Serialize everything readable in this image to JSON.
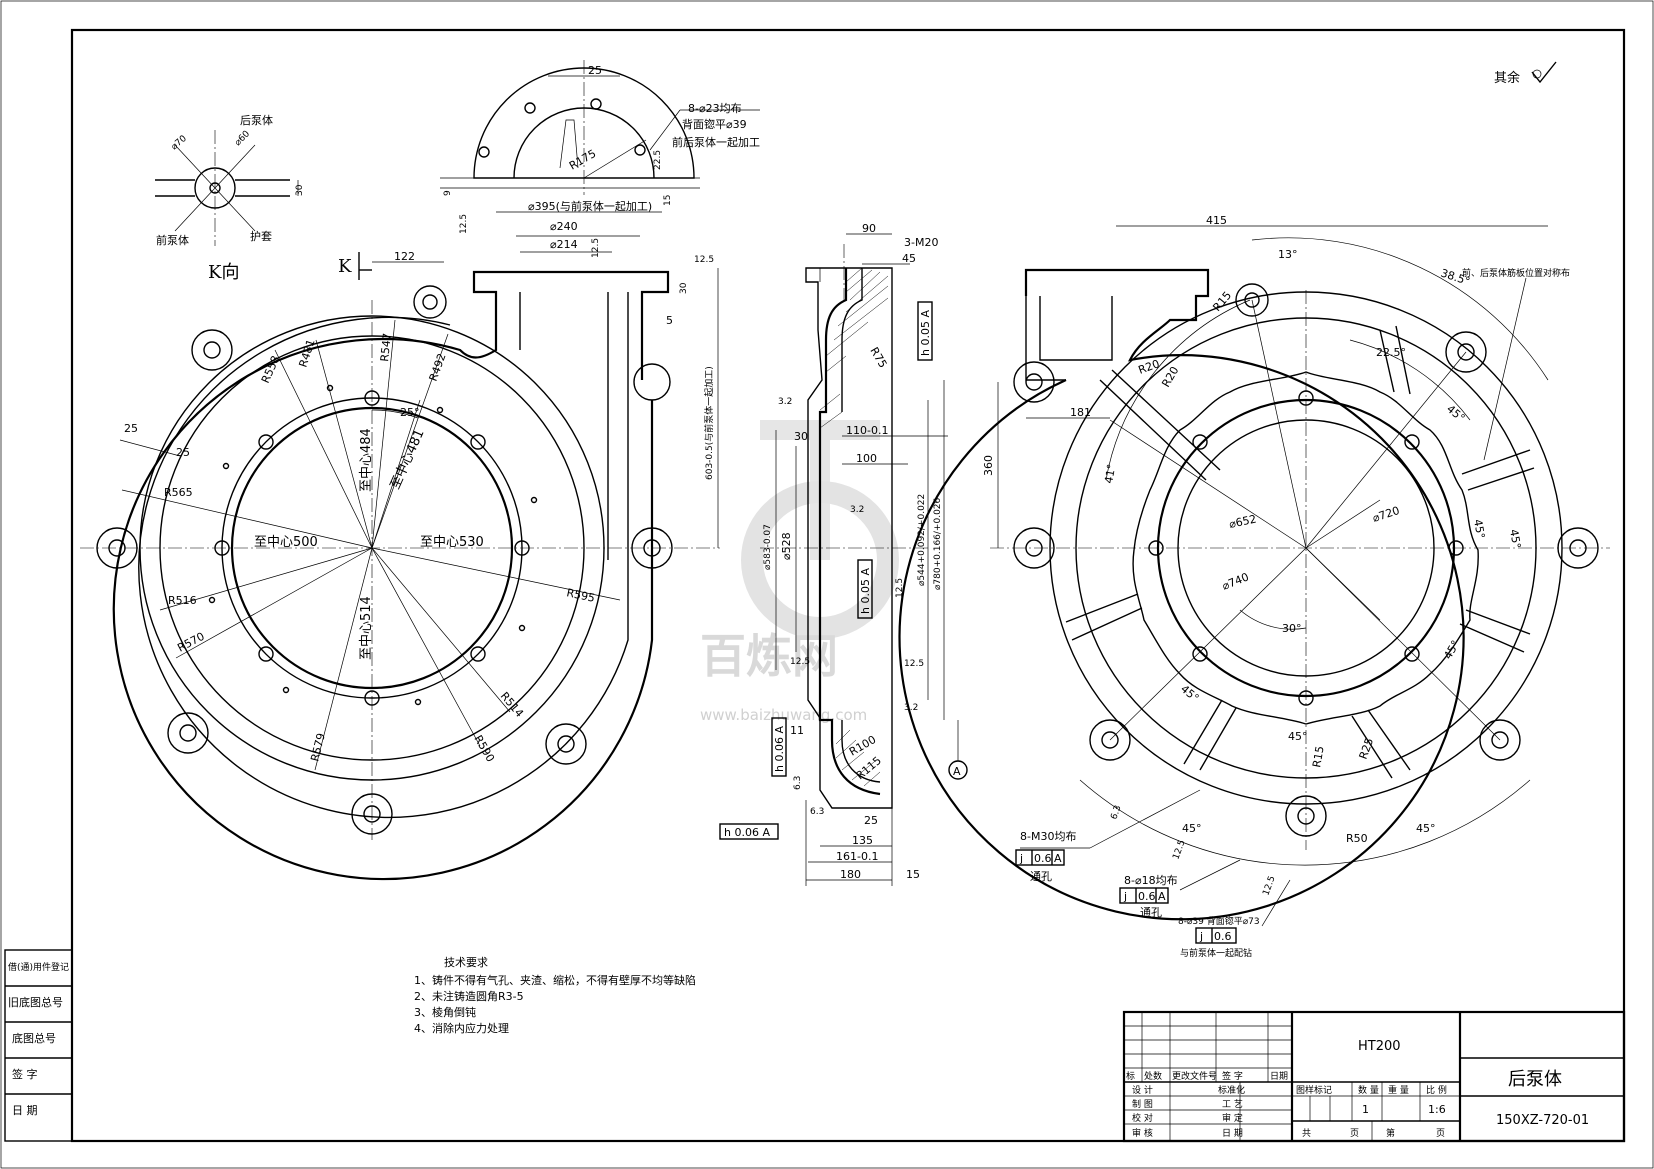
{
  "roughness": "其余",
  "k_view": {
    "title": "K向",
    "labels": {
      "rear": "后泵体",
      "front": "前泵体",
      "sleeve": "护套"
    },
    "dims": [
      "⌀70",
      "⌀60",
      "30"
    ]
  },
  "k_mark": "K",
  "flange_top": {
    "dims": [
      "25",
      "R175",
      "22.5",
      "9",
      "15"
    ],
    "notes": [
      "8-⌀23均布",
      "背面锪平⌀39",
      "前后泵体一起加工"
    ]
  },
  "front_view": {
    "dims": [
      "⌀395(与前泵体一起加工)",
      "⌀240",
      "⌀214",
      "122",
      "30",
      "5",
      "603-0.5(与前泵体一起加工)",
      "R558",
      "R481",
      "R547",
      "R492",
      "25°",
      "25",
      "25",
      "R565",
      "R516",
      "R570",
      "R579",
      "R590",
      "R514",
      "R595",
      "至中心484",
      "至中心481",
      "至中心500",
      "至中心530",
      "至中心514",
      "12.5",
      "12.5",
      "12.5"
    ]
  },
  "section_view": {
    "dims": [
      "90",
      "3-M20",
      "45",
      "R75",
      "110-0.1",
      "100",
      "30",
      "⌀583-0.07",
      "⌀528",
      "⌀544+0.092/+0.022",
      "⌀780+0.166/+0.026",
      "11",
      "R100",
      "R115",
      "25",
      "135",
      "161-0.1",
      "180",
      "15",
      "3.2",
      "3.2",
      "3.2",
      "6.3",
      "6.3",
      "12.5",
      "12.5",
      "12.5"
    ],
    "tolerances": [
      "h 0.05 A",
      "h 0.05 A",
      "h 0.06 A",
      "h 0.06 A"
    ],
    "datum": "A"
  },
  "rear_view": {
    "dims": [
      "415",
      "13°",
      "38.5°",
      "R15",
      "R20",
      "R20",
      "22.5°",
      "45°",
      "41°",
      "181",
      "360",
      "⌀652",
      "⌀720",
      "⌀740",
      "30°",
      "45°",
      "45°",
      "45°",
      "45°",
      "45°",
      "45°",
      "R15",
      "R25",
      "R50",
      "45°",
      "12.5",
      "12.5",
      "6.3"
    ],
    "note_ribs": "前、后泵体筋板位置对称布",
    "callouts": [
      {
        "label": "8-M30均布",
        "tol": [
          "j",
          "0.6",
          "A"
        ],
        "sub": "通孔"
      },
      {
        "label": "8-⌀18均布",
        "tol": [
          "j",
          "0.6",
          "A"
        ],
        "sub": "通孔"
      },
      {
        "label": "8-⌀39 背面锪平⌀73",
        "tol": [
          "j",
          "0.6"
        ],
        "sub": "与前泵体一起配钻"
      }
    ]
  },
  "tech_req": {
    "title": "技术要求",
    "items": [
      "1、铸件不得有气孔、夹渣、缩松，不得有壁厚不均等缺陷",
      "2、未注铸造圆角R3-5",
      "3、棱角倒钝",
      "4、消除内应力处理"
    ]
  },
  "left_strip": [
    "借(通)用件登记",
    "旧底图总号",
    "底图总号",
    "签 字",
    "日 期"
  ],
  "title_block": {
    "material": "HT200",
    "part_name": "后泵体",
    "drawing_no": "150XZ-720-01",
    "head_cols": [
      "标",
      "处数",
      "更改文件号",
      "签 字",
      "日期"
    ],
    "rows_left": [
      "设 计",
      "制 图",
      "校 对",
      "审 核"
    ],
    "rows_mid": [
      "标准化",
      "工 艺",
      "审 定",
      "日 期"
    ],
    "headers_right": [
      "图样标记",
      "数 量",
      "重 量",
      "比 例"
    ],
    "quantity": "1",
    "scale": "1:6",
    "pages": [
      "共",
      "页",
      "第",
      "页"
    ]
  },
  "watermark": {
    "brand": "百炼网",
    "url": "www.baizhuwang.com"
  }
}
